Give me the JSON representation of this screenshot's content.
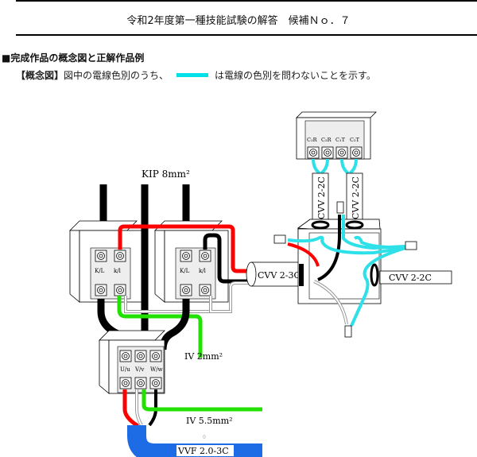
{
  "header": {
    "title": "令和2年度第一種技能試験の解答　候補Ｎｏ．７"
  },
  "section": {
    "heading": "■完成作品の概念図と正解作品例"
  },
  "legend": {
    "label": "【概念図】",
    "text_before": "図中の電線色別のうち、",
    "text_after": "は電線の色別を問わないことを示す。",
    "swatch_color": "#00e0e8"
  },
  "diagram": {
    "cables": {
      "kip": "KIP 8mm²",
      "iv2": "IV 2mm²",
      "iv55": "IV 5.5mm²",
      "vvf": "VVF 2.0-3C",
      "cvv3c": "CVV 2-3C",
      "cvv2c_right": "CVV 2-2C",
      "cvv2c_top1": "CVV 2-2C",
      "cvv2c_top2": "CVV 2-2C"
    },
    "ct_terminals": [
      {
        "top": "K",
        "bottom": "L",
        "k": "k",
        "l": "l"
      },
      {
        "top": "K",
        "bottom": "L",
        "k": "k",
        "l": "l"
      }
    ],
    "tb_top_labels": [
      "C₁R",
      "C₂R",
      "C₁T",
      "C₂T"
    ],
    "tb_bottom_labels": [
      "U/u",
      "V/v",
      "W/w"
    ],
    "small_mark": "0",
    "colors": {
      "black": "#000000",
      "red": "#ff0000",
      "green": "#22e000",
      "cyan": "#2ee0e8",
      "blue": "#1e6be6",
      "white": "#ffffff"
    }
  }
}
